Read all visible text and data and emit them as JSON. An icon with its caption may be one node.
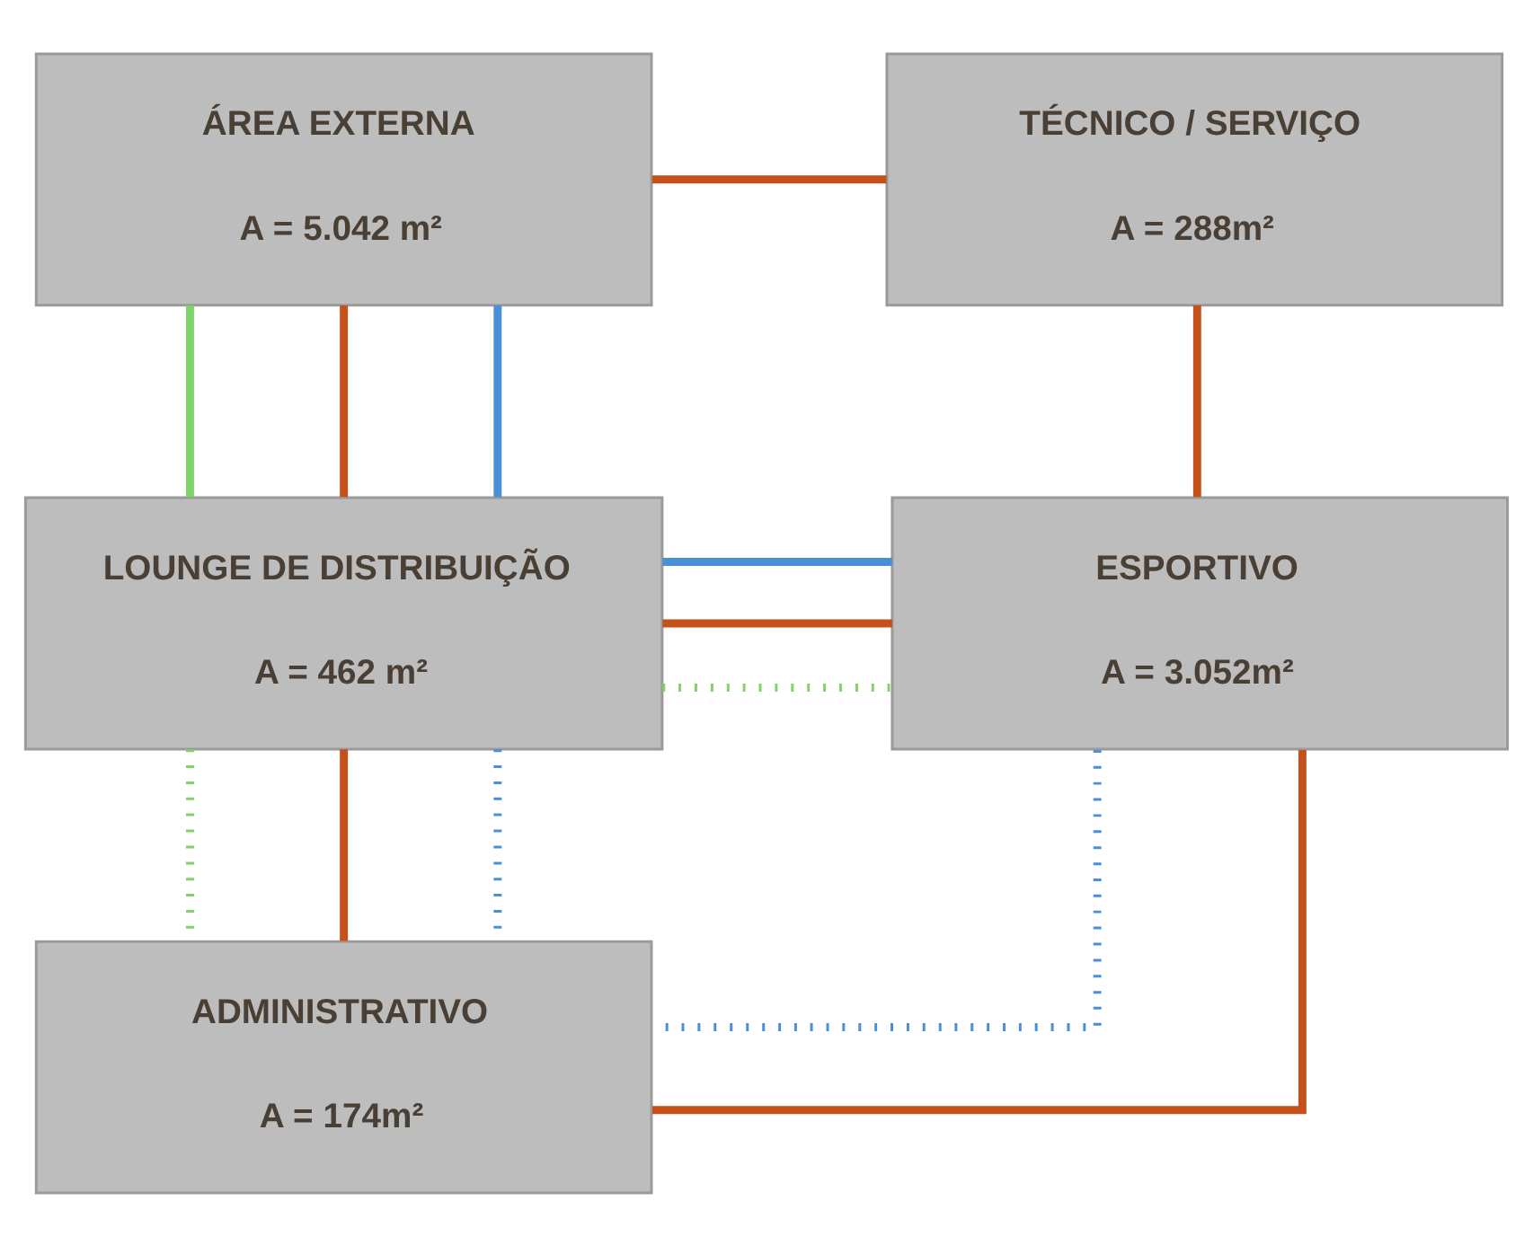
{
  "diagram": {
    "nodes": [
      {
        "text": [
          "ÁREA EXTERNA",
          "A = 5.042 m²"
        ]
      },
      {
        "text": [
          "TÉCNICO / SERVIÇO",
          "A = 288m²"
        ]
      },
      {
        "text": [
          "LOUNGE DE DISTRIBUIÇÃO",
          "A = 462 m²"
        ]
      },
      {
        "text": [
          "ESPORTIVO",
          "A = 3.052m²"
        ]
      },
      {
        "text": [
          "ADMINISTRATIVO",
          "A = 174m²"
        ]
      }
    ],
    "edges": [
      {
        "from": 0,
        "to": 1,
        "arrow": "none",
        "color": "#c4501a"
      },
      {
        "from": 0,
        "to": 2,
        "arrow": "none",
        "color": "#7ed36b"
      },
      {
        "from": 0,
        "to": 2,
        "arrow": "none",
        "color": "#c4501a"
      },
      {
        "from": 0,
        "to": 2,
        "arrow": "none",
        "color": "#4a90d9"
      },
      {
        "from": 1,
        "to": 3,
        "arrow": "none",
        "color": "#c4501a"
      },
      {
        "from": 2,
        "to": 3,
        "arrow": "none",
        "color": "#4a90d9"
      },
      {
        "from": 2,
        "to": 3,
        "arrow": "none",
        "color": "#c4501a"
      },
      {
        "from": 2,
        "to": 3,
        "arrow": "none",
        "style": "dashed",
        "color": "#7ed36b"
      },
      {
        "from": 2,
        "to": 4,
        "arrow": "none",
        "style": "dashed",
        "color": "#7ed36b"
      },
      {
        "from": 2,
        "to": 4,
        "arrow": "none",
        "color": "#c4501a"
      },
      {
        "from": 2,
        "to": 4,
        "arrow": "none",
        "style": "dashed",
        "color": "#4a90d9"
      },
      {
        "from": 3,
        "to": 4,
        "arrow": "none",
        "style": "dashed",
        "color": "#4a90d9"
      },
      {
        "from": 3,
        "to": 4,
        "arrow": "none",
        "color": "#c4501a"
      }
    ]
  }
}
